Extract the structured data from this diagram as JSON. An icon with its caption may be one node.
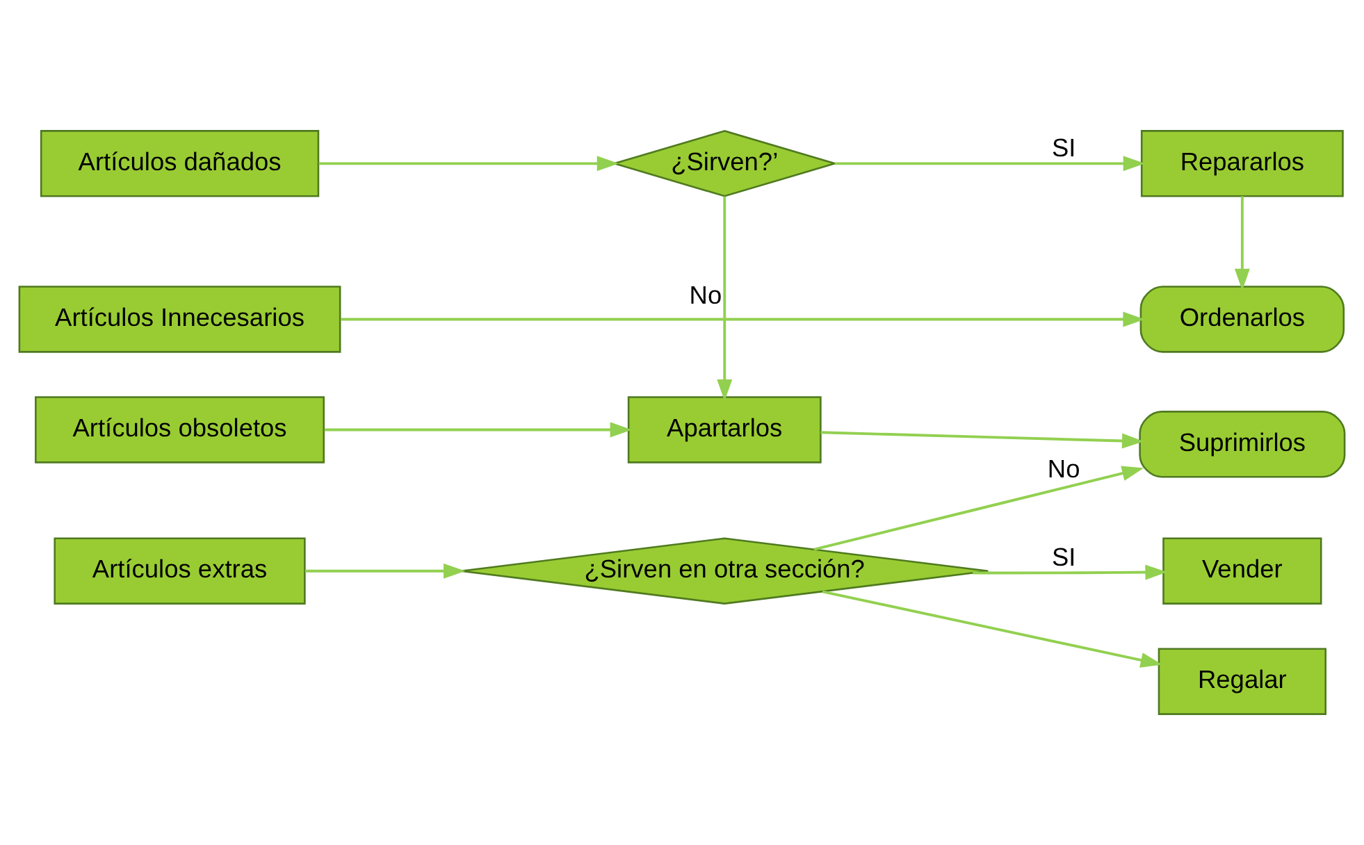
{
  "diagram": {
    "nodes": [
      {
        "text": [
          "Artículos Innecesarios"
        ]
      },
      {
        "text": [
          "Ordenarlos"
        ]
      },
      {
        "text": [
          "Artículos dañados"
        ]
      },
      {
        "text": [
          "¿Sirven?’"
        ]
      },
      {
        "text": [
          "Repararlos"
        ]
      },
      {
        "text": [
          "Artículos obsoletos"
        ]
      },
      {
        "text": [
          "Apartarlos"
        ]
      },
      {
        "text": [
          "Suprimirlos"
        ]
      },
      {
        "text": [
          "Artículos extras"
        ]
      },
      {
        "text": [
          "¿Sirven en otra sección?"
        ]
      },
      {
        "text": [
          "Vender"
        ]
      },
      {
        "text": [
          "Regalar"
        ]
      }
    ],
    "edges": [
      {
        "from": 0,
        "to": 1,
        "arrow": "to"
      },
      {
        "from": 2,
        "to": 3,
        "arrow": "to"
      },
      {
        "from": 3,
        "to": 4,
        "arrow": "to",
        "label": "SI"
      },
      {
        "from": 4,
        "to": 1,
        "arrow": "to"
      },
      {
        "from": 3,
        "to": 6,
        "arrow": "to",
        "label": "No"
      },
      {
        "from": 5,
        "to": 6,
        "arrow": "to"
      },
      {
        "from": 6,
        "to": 7,
        "arrow": "to"
      },
      {
        "from": 9,
        "to": 7,
        "arrow": "to",
        "label": "No"
      },
      {
        "from": 8,
        "to": 9,
        "arrow": "to"
      },
      {
        "from": 9,
        "to": 10,
        "arrow": "to",
        "label": "SI"
      },
      {
        "from": 9,
        "to": 11,
        "arrow": "to"
      }
    ]
  }
}
